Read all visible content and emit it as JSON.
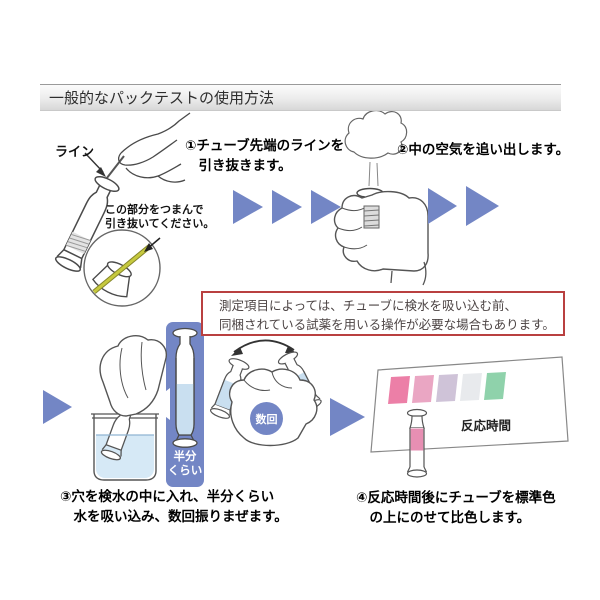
{
  "header": {
    "title": "一般的なパックテストの使用方法"
  },
  "step1": {
    "caption": "①チューブ先端のラインを\n　引き抜きます。",
    "line_label": "ライン",
    "pinch_note": "この部分をつまんで\n引き抜いてください。"
  },
  "step2": {
    "caption": "②中の空気を追い出します。"
  },
  "note": {
    "text": "測定項目によっては、チューブに検水を吸い込む前、\n同梱されている試薬を用いる操作が必要な場合もあります。"
  },
  "step3": {
    "caption": "③穴を検水の中に入れ、半分くらい\n　水を吸い込み、数回振りまぜます。",
    "half_label": "半分\nくらい",
    "shake_badge": "数回"
  },
  "step4": {
    "caption": "④反応時間後にチューブを標準色\n　の上にのせて比色します。",
    "reaction_time_label": "反応時間"
  },
  "standard_colors": [
    "#ec7fa7",
    "#eaa6c3",
    "#cfc3d8",
    "#e8eaed",
    "#8fd2ab"
  ],
  "colors": {
    "accent_blue": "#7386c5",
    "water_blue": "#d6e9f6",
    "tube_blue": "#c9dff0",
    "tube_pink": "#e78fb3",
    "note_border": "#b94040",
    "note_text": "#4c4444",
    "line_yellow": "#c6c93e"
  }
}
